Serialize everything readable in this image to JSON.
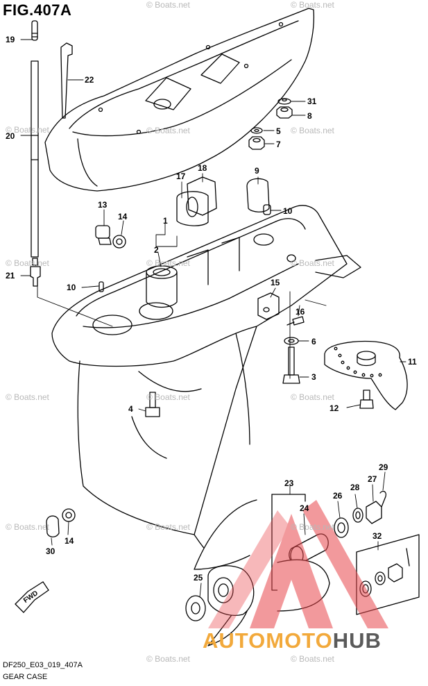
{
  "figure": {
    "title": "FIG.407A",
    "code": "DF250_E03_019_407A",
    "caption": "GEAR CASE"
  },
  "callouts": [
    "19",
    "22",
    "20",
    "31",
    "8",
    "5",
    "7",
    "18",
    "17",
    "9",
    "13",
    "14",
    "1",
    "10",
    "2",
    "21",
    "10",
    "15",
    "16",
    "6",
    "11",
    "3",
    "4",
    "12",
    "23",
    "29",
    "24",
    "28",
    "27",
    "26",
    "14",
    "30",
    "32",
    "25"
  ],
  "watermark": "© Boats.net",
  "fwd_label": "FWD",
  "brand": {
    "part1": "AUTOMOTO",
    "part2": "HUB"
  },
  "colors": {
    "line": "#000000",
    "watermark": "#b8b8b8",
    "brand_primary": "#f2a93b",
    "brand_secondary": "#5a5a5a",
    "logo_red": "#e8474c"
  }
}
